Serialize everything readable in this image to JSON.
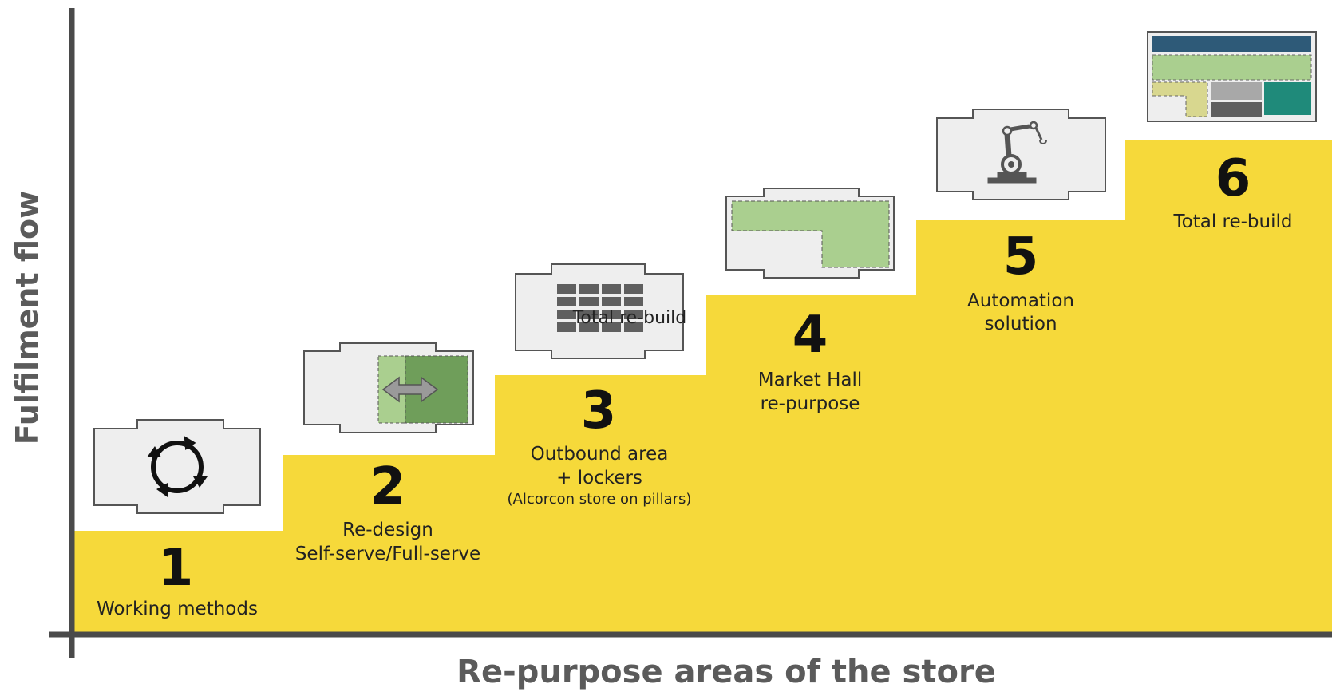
{
  "axes": {
    "y_label": "Fulfilment flow",
    "x_label": "Re-purpose areas of the store"
  },
  "steps": [
    {
      "number": "1",
      "lines": [
        "Working methods"
      ],
      "note": "",
      "icon": "rotate-cycle-icon"
    },
    {
      "number": "2",
      "lines": [
        "Re-design",
        "Self-serve/Full-serve"
      ],
      "note": "",
      "icon": "swap-arrow-icon"
    },
    {
      "number": "3",
      "lines": [
        "Outbound area",
        "+ lockers"
      ],
      "note": "(Alcorcon store on pillars)",
      "icon": "locker-grid-icon",
      "icon_overlay": "Total re-build"
    },
    {
      "number": "4",
      "lines": [
        "Market Hall",
        "re-purpose"
      ],
      "note": "",
      "icon": "market-hall-floorplan-icon"
    },
    {
      "number": "5",
      "lines": [
        "Automation",
        "solution"
      ],
      "note": "",
      "icon": "robot-arm-icon"
    },
    {
      "number": "6",
      "lines": [
        "Total re-build"
      ],
      "note": "",
      "icon": "rebuild-floorplan-icon"
    }
  ],
  "colors": {
    "staircase": "#f6d93a",
    "axis": "#4a4a4a",
    "floorplan_fill": "#eeeeee",
    "floorplan_stroke": "#555555",
    "green_light": "#aacf8f",
    "green_dark": "#6f9e5a",
    "teal": "#1f8a7a",
    "navy": "#2e5a78",
    "olive_light": "#d8d78f",
    "gray_dark": "#5f5f5f",
    "gray_mid": "#a8a8a8"
  }
}
